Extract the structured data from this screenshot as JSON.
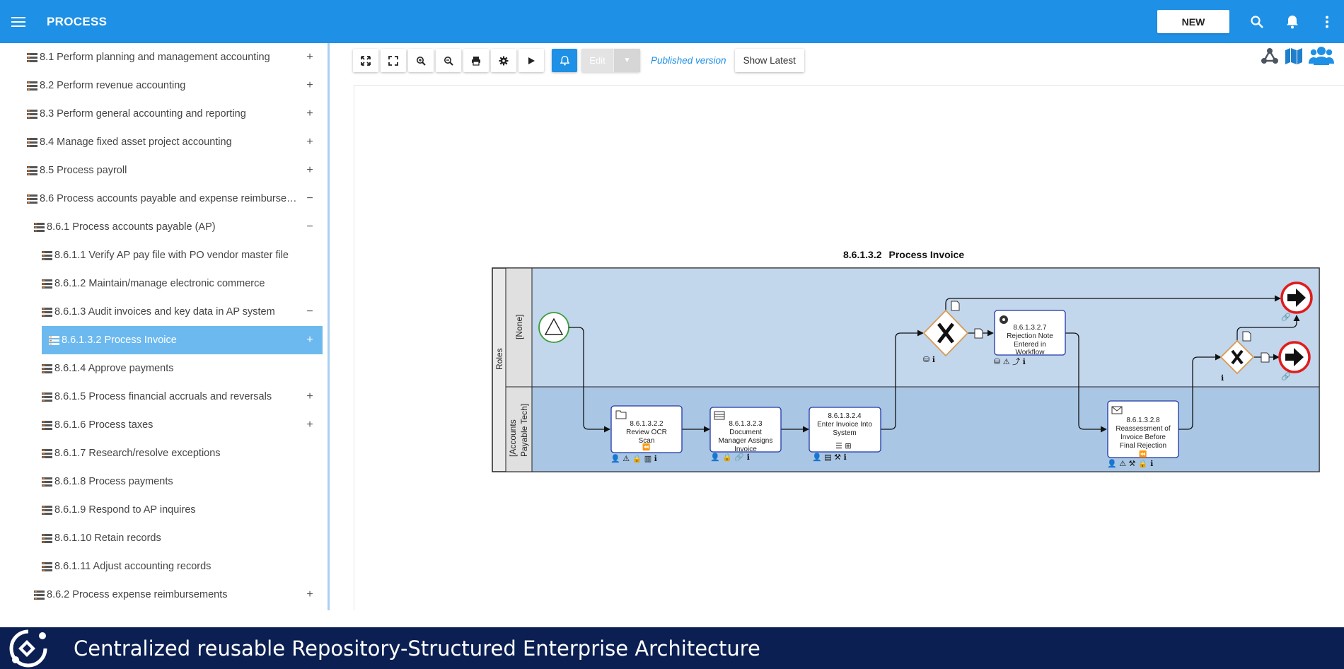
{
  "header": {
    "title": "PROCESS",
    "new_label": "NEW"
  },
  "tree": {
    "items": [
      {
        "label": "8.1 Perform planning and management accounting",
        "toggle": "+"
      },
      {
        "label": "8.2 Perform revenue accounting",
        "toggle": "+"
      },
      {
        "label": "8.3 Perform general accounting and reporting",
        "toggle": "+"
      },
      {
        "label": "8.4 Manage fixed asset project accounting",
        "toggle": "+"
      },
      {
        "label": "8.5 Process payroll",
        "toggle": "+"
      },
      {
        "label": "8.6 Process accounts payable and expense reimburseme...",
        "toggle": "−"
      },
      {
        "label": "8.6.1 Process accounts payable (AP)",
        "toggle": "−"
      },
      {
        "label": "8.6.1.1 Verify AP pay file with PO vendor master file",
        "toggle": ""
      },
      {
        "label": "8.6.1.2 Maintain/manage electronic commerce",
        "toggle": ""
      },
      {
        "label": "8.6.1.3 Audit invoices and key data in AP system",
        "toggle": "−"
      },
      {
        "label": "8.6.1.3.2 Process Invoice",
        "toggle": "+"
      },
      {
        "label": "8.6.1.4 Approve payments",
        "toggle": ""
      },
      {
        "label": "8.6.1.5 Process financial accruals and reversals",
        "toggle": "+"
      },
      {
        "label": "8.6.1.6 Process taxes",
        "toggle": "+"
      },
      {
        "label": "8.6.1.7 Research/resolve exceptions",
        "toggle": ""
      },
      {
        "label": "8.6.1.8 Process payments",
        "toggle": ""
      },
      {
        "label": "8.6.1.9 Respond to AP inquires",
        "toggle": ""
      },
      {
        "label": "8.6.1.10 Retain records",
        "toggle": ""
      },
      {
        "label": "8.6.1.11 Adjust accounting records",
        "toggle": ""
      },
      {
        "label": "8.6.2 Process expense reimbursements",
        "toggle": "+"
      }
    ]
  },
  "toolbar": {
    "edit_label": "Edit",
    "published_label": "Published version",
    "show_latest_label": "Show Latest"
  },
  "diagram": {
    "number": "8.6.1.3.2",
    "title": "Process Invoice",
    "pool_label": "Roles",
    "lane_none": "[None]",
    "lane_ap_line1": "[Accounts",
    "lane_ap_line2": "Payable Tech]",
    "tasks": [
      {
        "id": "8.6.1.3.2.2",
        "name1": "Review OCR",
        "name2": "Scan",
        "name3": ""
      },
      {
        "id": "8.6.1.3.2.3",
        "name1": "Document",
        "name2": "Manager Assigns",
        "name3": "Invoice"
      },
      {
        "id": "8.6.1.3.2.4",
        "name1": "Enter Invoice Into",
        "name2": "System",
        "name3": ""
      },
      {
        "id": "8.6.1.3.2.7",
        "name1": "Rejection Note",
        "name2": "Entered in",
        "name3": "Workflow"
      },
      {
        "id": "8.6.1.3.2.8",
        "name1": "Reassessment of",
        "name2": "Invoice Before",
        "name3": "Final Rejection"
      }
    ]
  },
  "footer": {
    "text": "Centralized reusable Repository-Structured Enterprise Architecture"
  }
}
